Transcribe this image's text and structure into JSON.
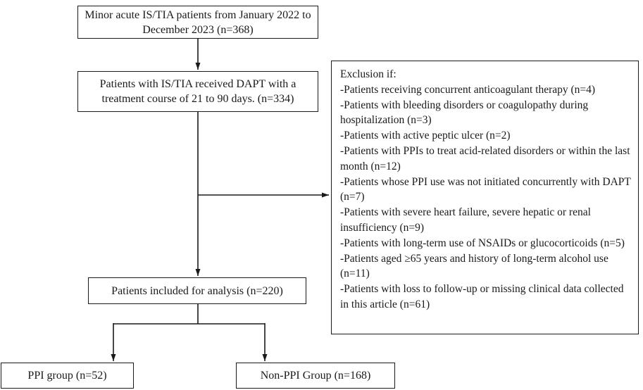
{
  "figure": {
    "boxes": {
      "initial": "Minor acute IS/TIA patients from January 2022 to December 2023 (n=368)",
      "dapt": "Patients with IS/TIA received DAPT with a treatment course of 21 to 90 days. (n=334)",
      "included": "Patients included for analysis (n=220)",
      "ppi": "PPI group (n=52)",
      "non_ppi": "Non-PPI Group (n=168)"
    },
    "exclusion": {
      "title": "Exclusion if:",
      "items": [
        "-Patients receiving concurrent anticoagulant therapy (n=4)",
        "-Patients with bleeding disorders or coagulopathy during hospitalization (n=3)",
        "-Patients with active peptic ulcer (n=2)",
        "-Patients with PPIs to treat acid-related disorders or within the last month (n=12)",
        "-Patients whose PPI use was not initiated concurrently with DAPT (n=7)",
        "-Patients with severe heart failure, severe hepatic or renal insufficiency (n=9)",
        "-Patients with long-term use of NSAIDs or glucocorticoids (n=5)",
        "-Patients aged ≥65 years and history of long-term alcohol use (n=11)",
        "-Patients with loss to follow-up or missing clinical data collected in this article (n=61)"
      ]
    },
    "colors": {
      "line": "#1a1a1a",
      "box_border": "#1a1a1a",
      "background": "#ffffff"
    }
  }
}
